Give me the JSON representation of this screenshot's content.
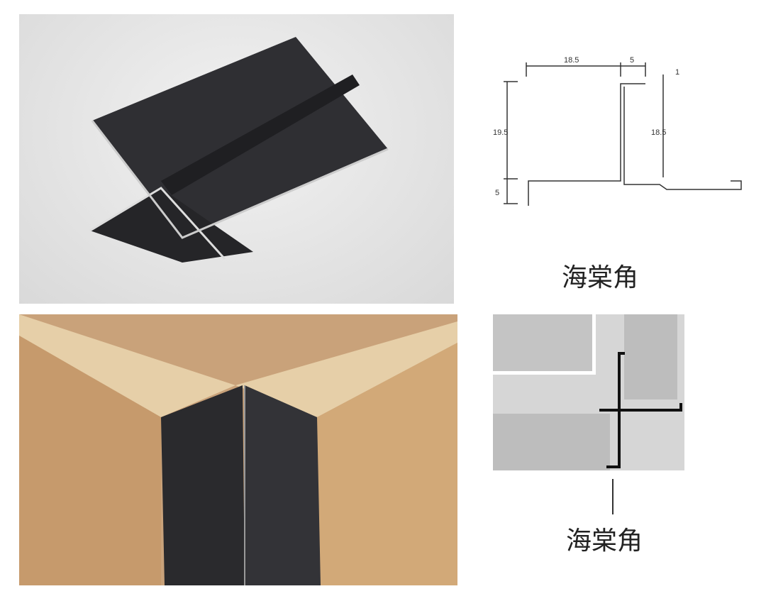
{
  "product_label_top": "海棠角",
  "product_label_bottom": "海棠角",
  "dimensions": {
    "top_width": "18.5",
    "top_lip": "5",
    "thickness": "1",
    "left_height": "19.5",
    "right_height": "18.5",
    "bottom_lip": "5"
  },
  "colors": {
    "profile": "#2b2b2e",
    "wood": "#c9a27a",
    "background": "#e6e6e6"
  }
}
